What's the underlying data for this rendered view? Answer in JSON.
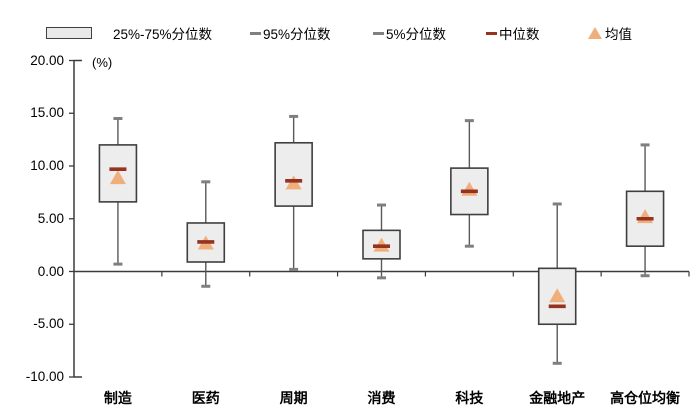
{
  "chart_data": {
    "type": "boxplot",
    "title": "",
    "unit_label": "(%)",
    "ylim": [
      -10,
      20
    ],
    "ytick_step": 5,
    "yticks": [
      {
        "value": 20,
        "label": "20.00"
      },
      {
        "value": 15,
        "label": "15.00"
      },
      {
        "value": 10,
        "label": "10.00"
      },
      {
        "value": 5,
        "label": "5.00"
      },
      {
        "value": 0,
        "label": "0.00"
      },
      {
        "value": -5,
        "label": "-5.00"
      },
      {
        "value": -10,
        "label": "-10.00"
      }
    ],
    "categories": [
      "制造",
      "医药",
      "周期",
      "消费",
      "科技",
      "金融地产",
      "高仓位均衡"
    ],
    "series": [
      {
        "category": "制造",
        "p95": 14.5,
        "p75": 12.0,
        "median": 9.7,
        "mean": 8.9,
        "p25": 6.6,
        "p5": 0.7
      },
      {
        "category": "医药",
        "p95": 8.5,
        "p75": 4.6,
        "median": 2.8,
        "mean": 2.7,
        "p25": 0.9,
        "p5": -1.4
      },
      {
        "category": "周期",
        "p95": 14.7,
        "p75": 12.2,
        "median": 8.6,
        "mean": 8.4,
        "p25": 6.2,
        "p5": 0.2
      },
      {
        "category": "消费",
        "p95": 6.3,
        "p75": 3.9,
        "median": 2.4,
        "mean": 2.5,
        "p25": 1.2,
        "p5": -0.6
      },
      {
        "category": "科技",
        "p95": 14.3,
        "p75": 9.8,
        "median": 7.6,
        "mean": 7.8,
        "p25": 5.4,
        "p5": 2.4
      },
      {
        "category": "金融地产",
        "p95": 6.4,
        "p75": 0.3,
        "median": -3.3,
        "mean": -2.3,
        "p25": -5.0,
        "p5": -8.7
      },
      {
        "category": "高仓位均衡",
        "p95": 12.0,
        "p75": 7.6,
        "median": 5.0,
        "mean": 5.2,
        "p25": 2.4,
        "p5": -0.4
      }
    ],
    "legend": {
      "items": [
        {
          "label": "25%-75%分位数",
          "marker": "box-swatch"
        },
        {
          "label": "95%分位数",
          "marker": "gray-dash"
        },
        {
          "label": "5%分位数",
          "marker": "gray-dash"
        },
        {
          "label": "中位数",
          "marker": "red-dash"
        },
        {
          "label": "均值",
          "marker": "orange-triangle"
        }
      ]
    },
    "colors": {
      "box_fill": "#EDEDED",
      "box_border": "#3F3F3F",
      "whisker": "#595959",
      "whisker_cap": "#7F7F7F",
      "median": "#96331F",
      "mean_marker": "#EFAF7D",
      "axis": "#3B3B3B",
      "text": "#000000"
    }
  }
}
